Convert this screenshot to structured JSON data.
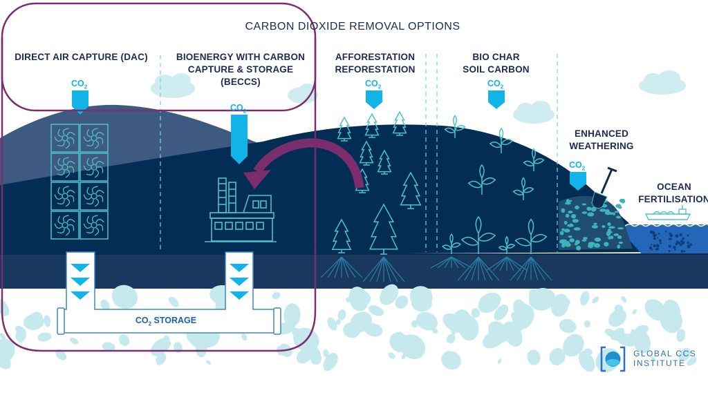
{
  "title": "CARBON DIOXIDE REMOVAL OPTIONS",
  "co2_label": "CO",
  "co2_subscript": "2",
  "highlight_color": "#7b2d6e",
  "options": [
    {
      "id": "dac",
      "label": "DIRECT AIR CAPTURE (DAC)"
    },
    {
      "id": "beccs",
      "label": "BIOENERGY WITH CARBON\nCAPTURE & STORAGE\n(BECCS)"
    },
    {
      "id": "afforestation",
      "label": "AFFORESTATION\nREFORESTATION"
    },
    {
      "id": "biochar",
      "label": "BIO CHAR\nSOIL CARBON"
    },
    {
      "id": "weathering",
      "label": "ENHANCED\nWEATHERING"
    },
    {
      "id": "ocean",
      "label": "OCEAN\nFERTILISATION"
    }
  ],
  "storage": {
    "label_prefix": "CO",
    "label_sub": "2",
    "label_suffix": " STORAGE"
  },
  "logo": {
    "text": "GLOBAL CCS\nINSTITUTE"
  },
  "colors": {
    "dark_navy": "#032d55",
    "hill_slate": "#3f5a80",
    "soil_band": "#18385e",
    "co2_blue": "#12b3e6",
    "icon_teal": "#4cc3c9",
    "rock_light": "#c5e9ec",
    "ocean_blue": "#2466b8"
  }
}
